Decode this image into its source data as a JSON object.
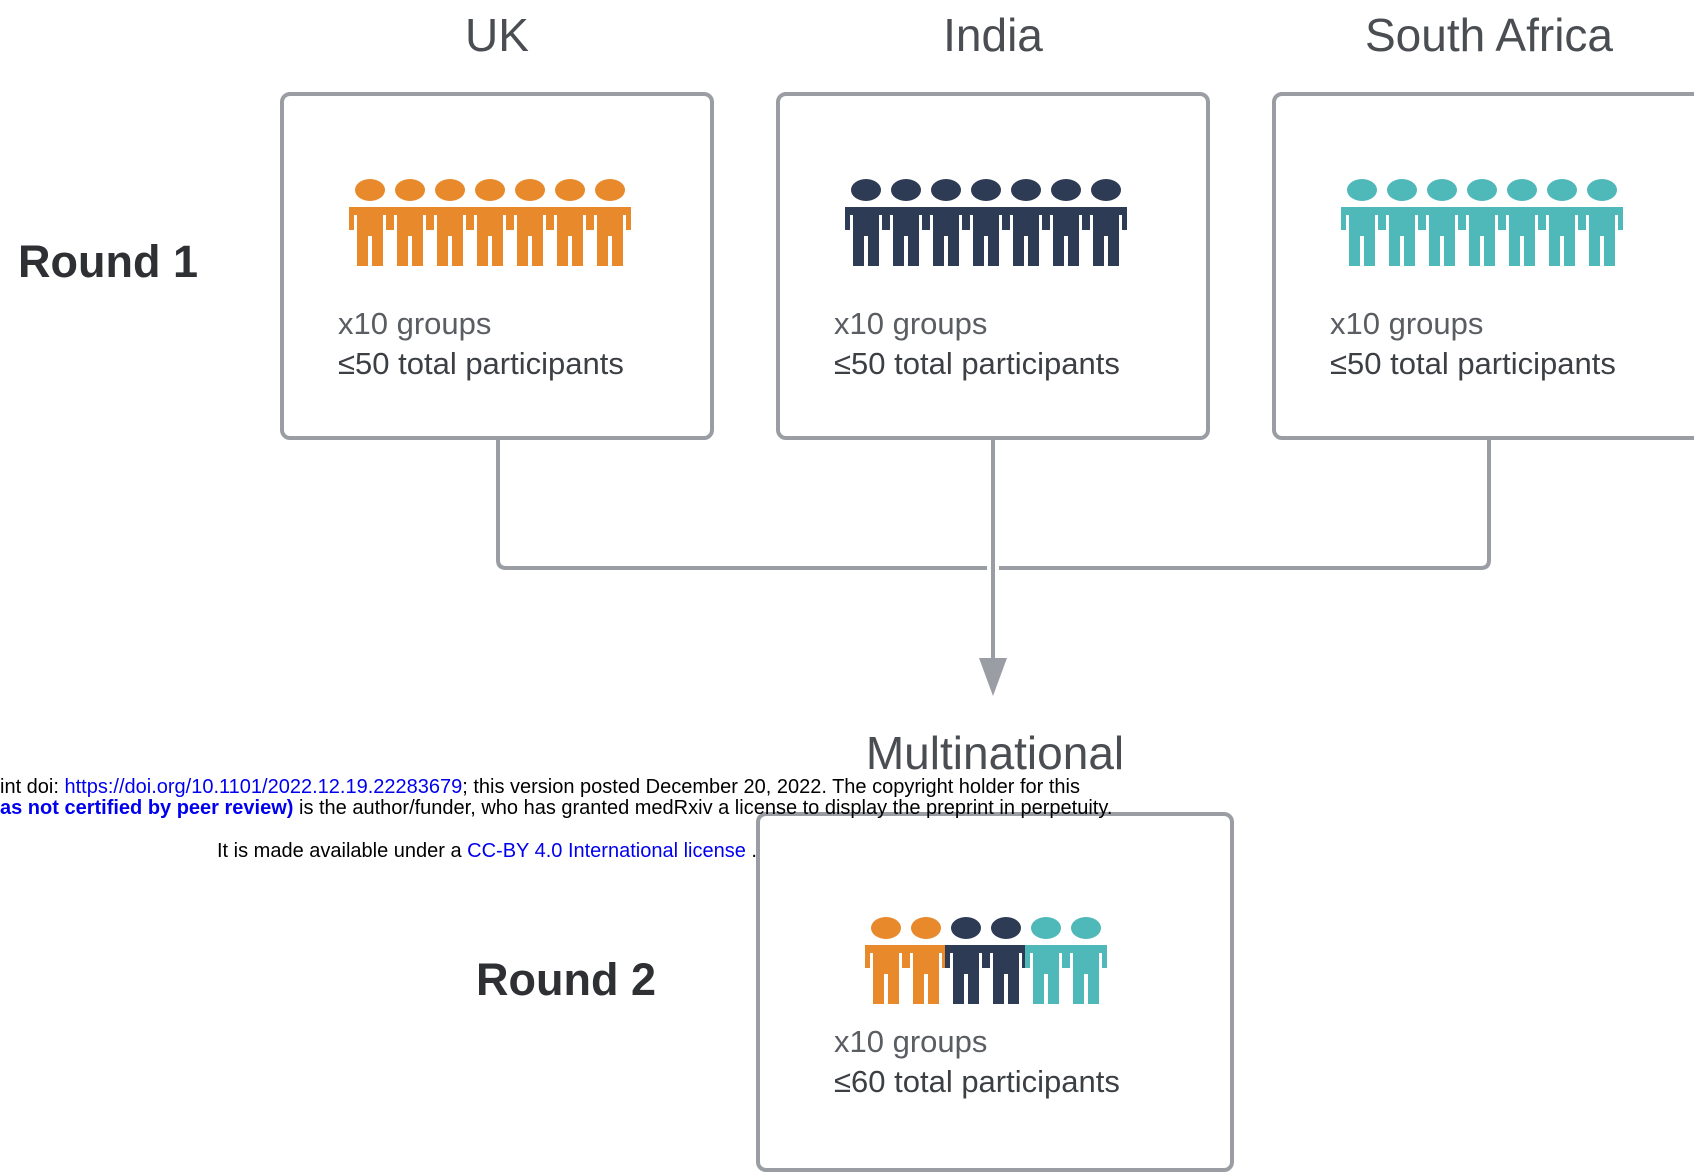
{
  "columns": [
    {
      "country": "UK",
      "groups": "x10 groups",
      "participants": "≤50 total participants",
      "color": "#e8892c"
    },
    {
      "country": "India",
      "groups": "x10 groups",
      "participants": "≤50 total participants",
      "color": "#2d3b55"
    },
    {
      "country": "South Africa",
      "groups": "x10 groups",
      "participants": "≤50 total participants",
      "color": "#4fb8b8"
    }
  ],
  "round1": {
    "label": "Round 1"
  },
  "round2": {
    "label": "Round 2",
    "title": "Multinational",
    "groups": "x10 groups",
    "participants": "≤60 total participants",
    "people_colors": [
      "#e8892c",
      "#e8892c",
      "#2d3b55",
      "#2d3b55",
      "#4fb8b8",
      "#4fb8b8"
    ]
  },
  "banner": {
    "line1_prefix": "int doi: ",
    "doi_link": "https://doi.org/10.1101/2022.12.19.22283679",
    "line1_suffix": "; this version posted December 20, 2022. The copyright holder for this",
    "line2_bold": "as not certified by peer review)",
    "line2_suffix": " is the author/funder, who has granted medRxiv a license to display the preprint in perpetuity.",
    "line3_prefix": "It is made available under a ",
    "license_link": "CC-BY 4.0 International license",
    "line3_suffix": " ."
  },
  "connector_color": "#9a9da3",
  "people_per_round1_box": 7
}
